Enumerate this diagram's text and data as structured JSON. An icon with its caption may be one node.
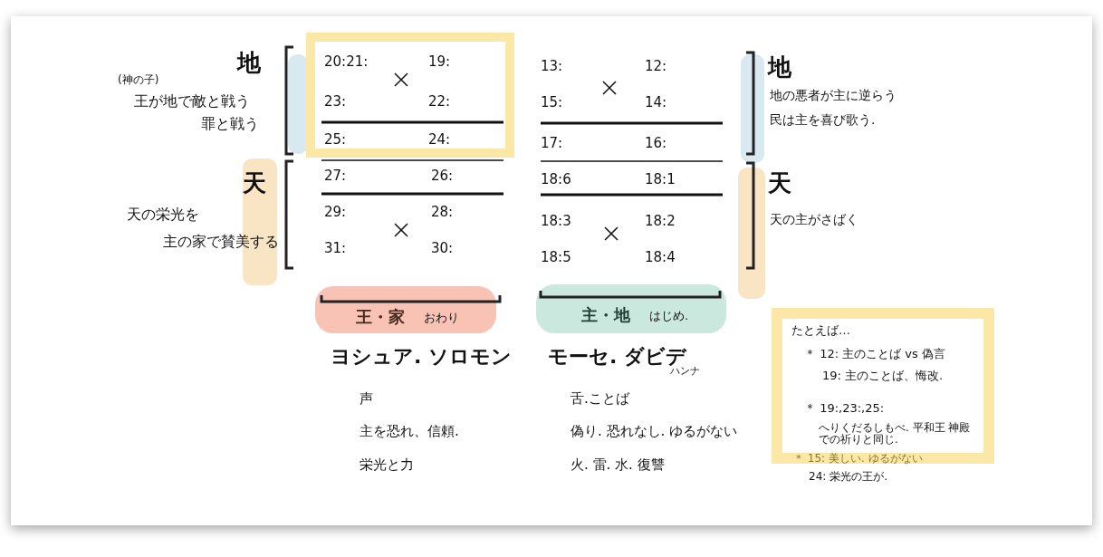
{
  "diagram": {
    "nodes": [
      {
        "text": [
          "20:21:",
          "19:",
          "23:",
          "22:",
          "25:",
          "24:"
        ]
      },
      {
        "text": [
          "たとえば…",
          "＊ 12: 主のことば vs 偽言",
          "19: 主のことば、悔改.",
          "＊ 19:,23:,25:",
          "へりくだるしもべ. 平和王 神殿での祈りと同じ."
        ]
      },
      {
        "text": [
          "王・家",
          "おわり"
        ]
      },
      {
        "text": [
          "主・地",
          "はじめ."
        ]
      }
    ],
    "labels": [
      "地",
      "(神の子)",
      "王が地で敵と戦う",
      "罪と戦う",
      "13:",
      "12:",
      "15:",
      "14:",
      "17:",
      "16:",
      "地",
      "地の悪者が主に逆らう",
      "民は主を喜び歌う.",
      "天",
      "27:",
      "26:",
      "18:6",
      "18:1",
      "天",
      "天の栄光を",
      "29:",
      "28:",
      "18:3",
      "18:2",
      "天の主がさばく",
      "主の家で賛美する",
      "31:",
      "30:",
      "18:5",
      "18:4",
      "ヨシュア. ソロモン",
      "モーセ. ダビデ",
      "ハンナ",
      "声",
      "舌.ことば",
      "主を恐れ、信頼.",
      "偽り. 恐れなし. ゆるがない",
      "栄光と力",
      "火. 雷. 水. 復讐",
      "＊ 15: 美しい. ゆるがない",
      "24: 栄光の王が."
    ]
  }
}
